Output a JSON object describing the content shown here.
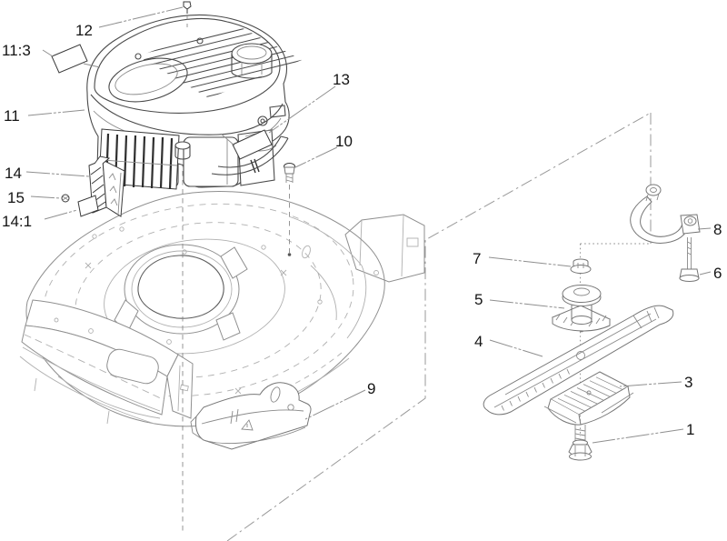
{
  "diagram": {
    "kind": "exploded-parts-diagram",
    "subject": "walk-behind mower engine, deck and blade assembly"
  },
  "callouts": {
    "c1": {
      "label": "1"
    },
    "c3": {
      "label": "3"
    },
    "c4": {
      "label": "4"
    },
    "c5": {
      "label": "5"
    },
    "c6": {
      "label": "6"
    },
    "c7": {
      "label": "7"
    },
    "c8": {
      "label": "8"
    },
    "c9": {
      "label": "9"
    },
    "c10": {
      "label": "10"
    },
    "c11": {
      "label": "11"
    },
    "c11_3": {
      "label": "11:3"
    },
    "c12": {
      "label": "12"
    },
    "c13": {
      "label": "13"
    },
    "c14": {
      "label": "14"
    },
    "c14_1": {
      "label": "14:1"
    },
    "c15": {
      "label": "15"
    }
  },
  "colors": {
    "background": "#ffffff",
    "line": "#8f8f8f",
    "dark_line": "#4a4a4a",
    "label": "#141414"
  }
}
